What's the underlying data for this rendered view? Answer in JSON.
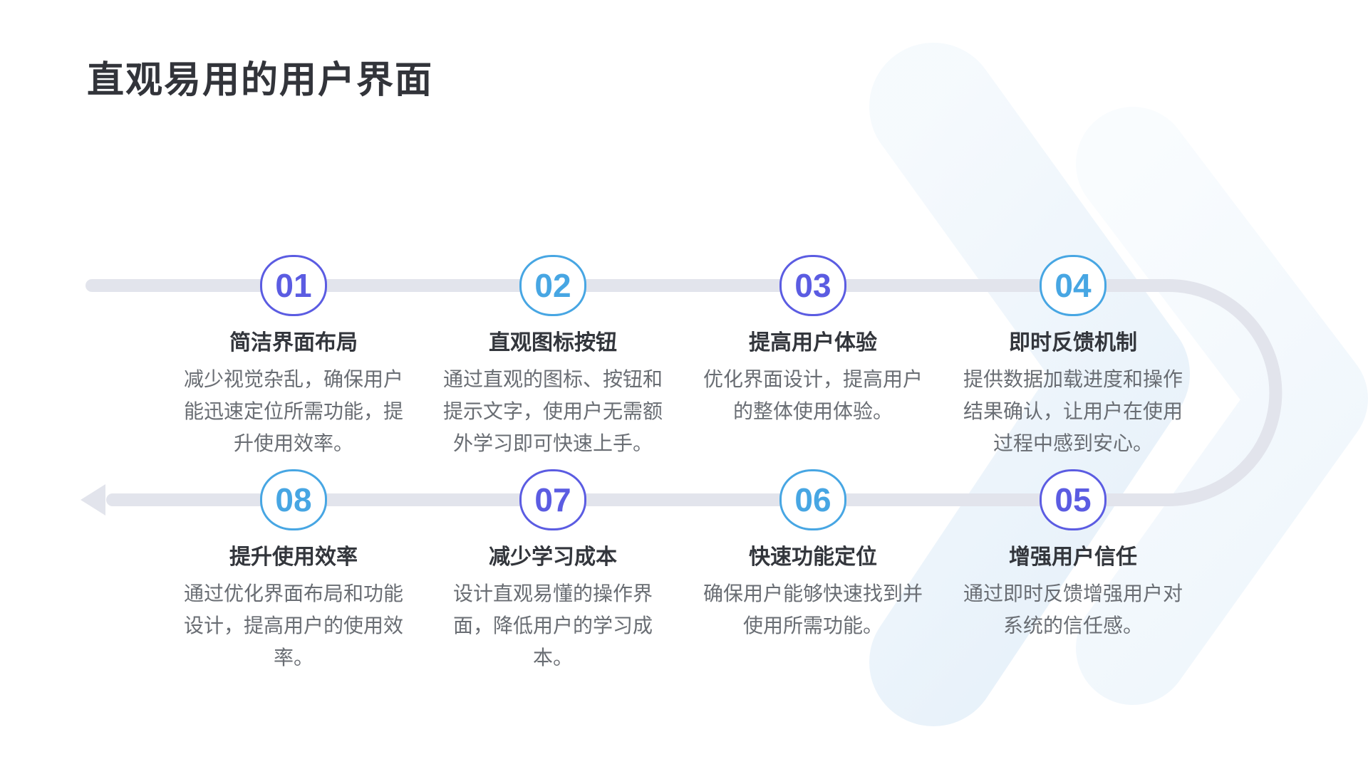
{
  "slide": {
    "title": "直观易用的用户界面"
  },
  "colors": {
    "purple": "#5b5ce2",
    "blue": "#47a6e3",
    "track": "#e2e4ec",
    "heading": "#32343a",
    "item_title": "#33363c",
    "body": "#696d73",
    "background": "#ffffff",
    "decoration_blue": "#e2eefa"
  },
  "steps": [
    {
      "number": "01",
      "title": "简洁界面布局",
      "accent": "purple",
      "body_lines": [
        "减少视觉杂乱，确保用户",
        "能迅速定位所需功能，提",
        "升使用效率。"
      ]
    },
    {
      "number": "02",
      "title": "直观图标按钮",
      "accent": "blue",
      "body_lines": [
        "通过直观的图标、按钮和",
        "提示文字，使用户无需额",
        "外学习即可快速上手。"
      ]
    },
    {
      "number": "03",
      "title": "提高用户体验",
      "accent": "purple",
      "body_lines": [
        "优化界面设计，提高用户",
        "的整体使用体验。"
      ]
    },
    {
      "number": "04",
      "title": "即时反馈机制",
      "accent": "blue",
      "body_lines": [
        "提供数据加载进度和操作",
        "结果确认，让用户在使用",
        "过程中感到安心。"
      ]
    },
    {
      "number": "05",
      "title": "增强用户信任",
      "accent": "purple",
      "body_lines": [
        "通过即时反馈增强用户对",
        "系统的信任感。"
      ]
    },
    {
      "number": "06",
      "title": "快速功能定位",
      "accent": "blue",
      "body_lines": [
        "确保用户能够快速找到并",
        "使用所需功能。"
      ]
    },
    {
      "number": "07",
      "title": "减少学习成本",
      "accent": "purple",
      "body_lines": [
        "设计直观易懂的操作界",
        "面，降低用户的学习成",
        "本。"
      ]
    },
    {
      "number": "08",
      "title": "提升使用效率",
      "accent": "blue",
      "body_lines": [
        "通过优化界面布局和功能",
        "设计，提高用户的使用效",
        "率。"
      ]
    }
  ]
}
